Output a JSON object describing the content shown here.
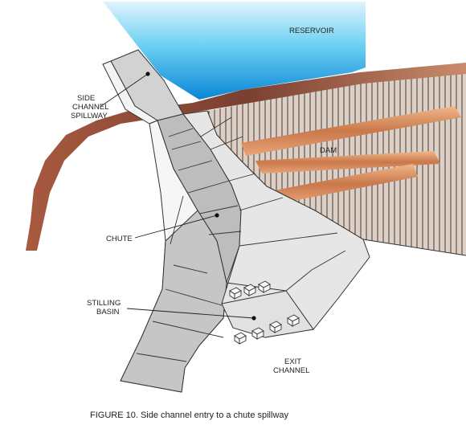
{
  "labels": {
    "reservoir": "RESERVOIR",
    "side_channel": [
      "SIDE",
      "CHANNEL",
      "SPILLWAY"
    ],
    "dam": "DAM",
    "chute": "CHUTE",
    "stilling_basin": [
      "STILLING",
      "BASIN"
    ],
    "exit_channel": [
      "EXIT",
      "CHANNEL"
    ]
  },
  "caption": "FIGURE 10.  Side channel entry to a chute spillway",
  "colors": {
    "water_top": "#dff4fc",
    "water_mid": "#6cd0f2",
    "water_deep": "#0a86d6",
    "concrete_light": "#e9e9e9",
    "concrete_mid": "#d2d2d2",
    "concrete_dark": "#bdbdbd",
    "dam_face": "#d8c7bb",
    "dam_hatch": "#4a3a33",
    "berm": "#d98f5e",
    "crest": "#8a4a38",
    "outline": "#333333"
  }
}
